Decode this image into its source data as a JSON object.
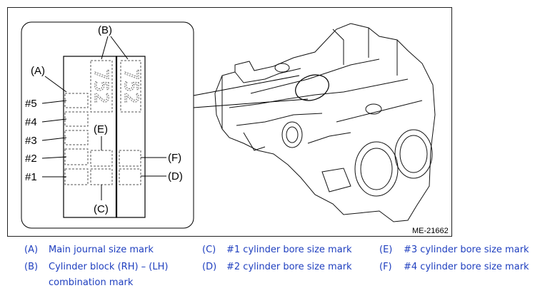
{
  "figure": {
    "figure_id": "ME-21662",
    "callouts": {
      "A": "(A)",
      "B": "(B)",
      "C": "(C)",
      "D": "(D)",
      "E": "(E)",
      "F": "(F)"
    },
    "journal_labels": [
      "#5",
      "#4",
      "#3",
      "#2",
      "#1"
    ],
    "combination_marks": [
      "752",
      "752"
    ]
  },
  "legend": [
    {
      "key": "(A)",
      "text": "Main journal size mark"
    },
    {
      "key": "(B)",
      "text": "Cylinder block (RH) – (LH)",
      "text2": "combination mark"
    },
    {
      "key": "(C)",
      "text": "#1 cylinder bore size mark"
    },
    {
      "key": "(D)",
      "text": "#2 cylinder bore size mark"
    },
    {
      "key": "(E)",
      "text": "#3 cylinder bore size mark"
    },
    {
      "key": "(F)",
      "text": "#4 cylinder bore size mark"
    }
  ],
  "colors": {
    "legend_text": "#1f3fbf",
    "border": "#222222"
  }
}
